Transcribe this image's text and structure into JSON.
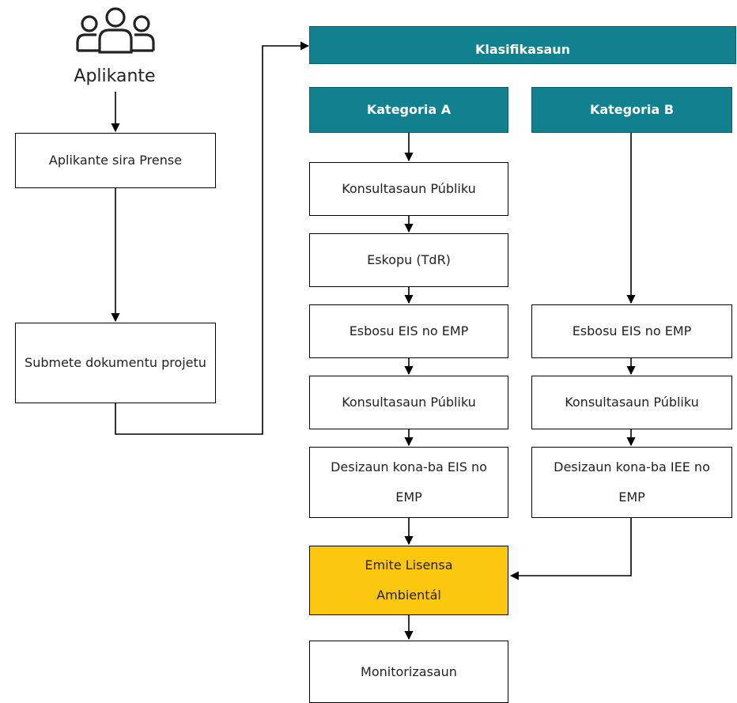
{
  "actor": {
    "label": "Aplikante",
    "icon": "users-group-icon"
  },
  "left_flow": {
    "step1": "Aplikante sira Prense",
    "step2": "Submete dokumentu projetu"
  },
  "classification": {
    "label": "Klasifikasaun"
  },
  "category_a": {
    "header": "Kategoria A",
    "steps": [
      "Konsultasaun Públiku",
      "Eskopu (TdR)",
      "Esbosu EIS no EMP",
      "Konsultasaun Públiku",
      "Desizaun kona-ba EIS no EMP"
    ]
  },
  "category_b": {
    "header": "Kategoria B",
    "steps": [
      "Esbosu EIS no EMP",
      "Konsultasaun Públiku",
      "Desizaun kona-ba IEE no EMP"
    ]
  },
  "final": {
    "license": "Emite Lisensa Ambientál",
    "monitoring": "Monitorizasaun"
  },
  "colors": {
    "header_fill": "#11808f",
    "license_fill": "#fcc80f",
    "stroke": "#000000"
  }
}
